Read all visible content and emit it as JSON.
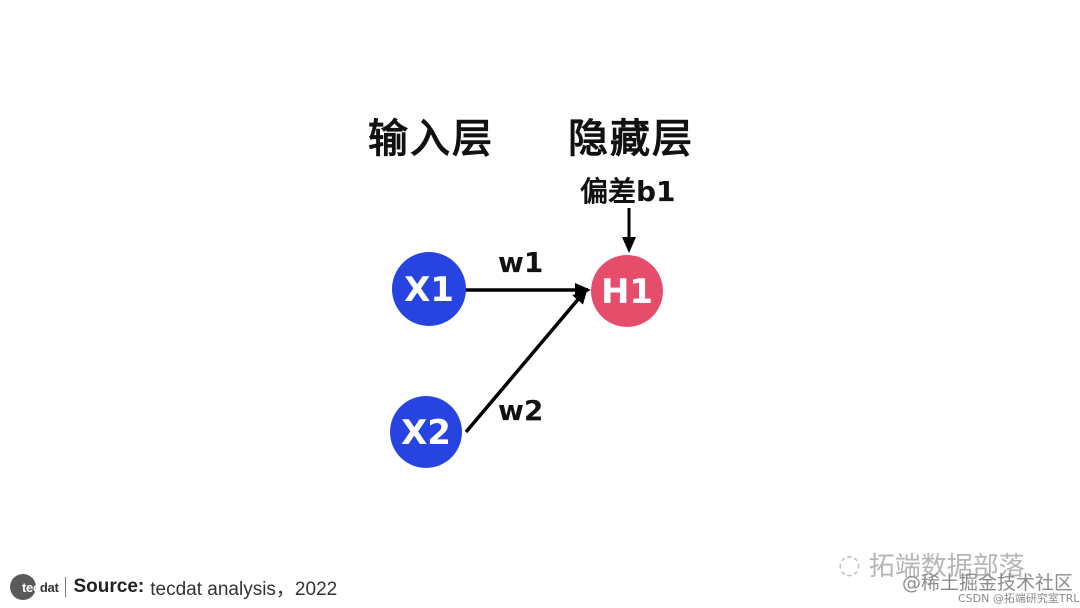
{
  "layers": {
    "input_title": "输入层",
    "hidden_title": "隐藏层"
  },
  "bias": {
    "label": "偏差b1"
  },
  "nodes": {
    "x1": "X1",
    "x2": "X2",
    "h1": "H1"
  },
  "weights": {
    "w1": "w1",
    "w2": "w2"
  },
  "colors": {
    "input_node": "#2744e0",
    "hidden_node": "#e64d6b",
    "arrow": "#000000"
  },
  "footer": {
    "logo_tec": "tec",
    "logo_dat": "dat",
    "source_label": "Source:",
    "source_text": "tecdat analysis，2022"
  },
  "watermarks": {
    "wechat": "拓端数据部落",
    "juejin": "@稀土掘金技术社区",
    "csdn": "CSDN @拓端研究室TRL"
  }
}
